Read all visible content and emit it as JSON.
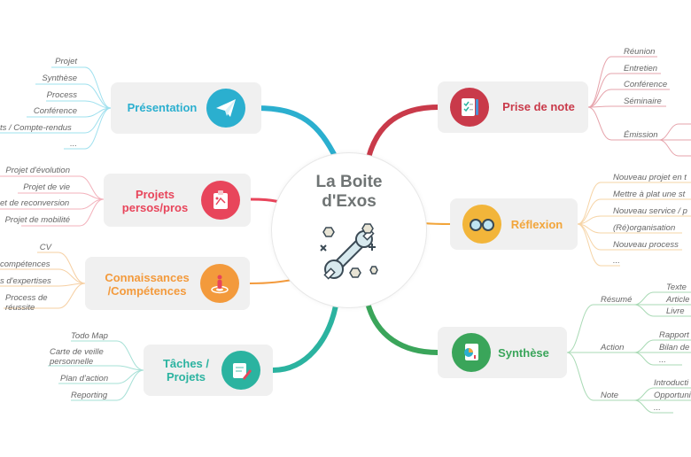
{
  "center": {
    "title_line1": "La Boite",
    "title_line2": "d'Exos"
  },
  "colors": {
    "presentation": "#2bafcf",
    "projets": "#e8455b",
    "connaissances": "#f39a3c",
    "taches": "#2bb3a0",
    "prise": "#c93a4a",
    "reflexion": "#f2a53a",
    "synthese": "#3aa55a",
    "leaf_text": "#666666"
  },
  "branches": {
    "presentation": {
      "label": "Présentation",
      "icon": "paper-plane-icon",
      "leaves": [
        "Projet",
        "Synthèse",
        "Process",
        "Conférence",
        "ts / Compte-rendus",
        "..."
      ]
    },
    "projets": {
      "label_line1": "Projets",
      "label_line2": "persos/pros",
      "icon": "strategy-board-icon",
      "leaves": [
        "Projet d'évolution",
        "Projet de vie",
        "et de reconversion",
        "Projet de mobilité"
      ]
    },
    "connaissances": {
      "label_line1": "Connaissances",
      "label_line2": "/Compétences",
      "icon": "target-figure-icon",
      "leaves": [
        "CV",
        "compétences",
        "s d'expertises",
        "Process de réussite"
      ]
    },
    "taches": {
      "label_line1": "Tâches /",
      "label_line2": "Projets",
      "icon": "task-board-icon",
      "leaves": [
        "Todo Map",
        "Carte de veille personnelle",
        "Plan d'action",
        "Reporting"
      ]
    },
    "prise": {
      "label": "Prise de note",
      "icon": "notepad-icon",
      "leaves": [
        "Réunion",
        "Entretien",
        "Conférence",
        "Séminaire",
        "Émission"
      ]
    },
    "reflexion": {
      "label": "Réflexion",
      "icon": "glasses-icon",
      "leaves": [
        "Nouveau projet en t",
        "Mettre à plat une st",
        "Nouveau service / p",
        "(Ré)organisation",
        "Nouveau process",
        "..."
      ]
    },
    "synthese": {
      "label": "Synthèse",
      "icon": "chart-document-icon",
      "groups": [
        {
          "name": "Résumé",
          "items": [
            "Texte",
            "Article",
            "Livre"
          ]
        },
        {
          "name": "Action",
          "items": [
            "Rapport",
            "Bilan de",
            "..."
          ]
        },
        {
          "name": "Note",
          "items": [
            "Introducti",
            "Opportuni",
            "..."
          ]
        }
      ]
    }
  }
}
